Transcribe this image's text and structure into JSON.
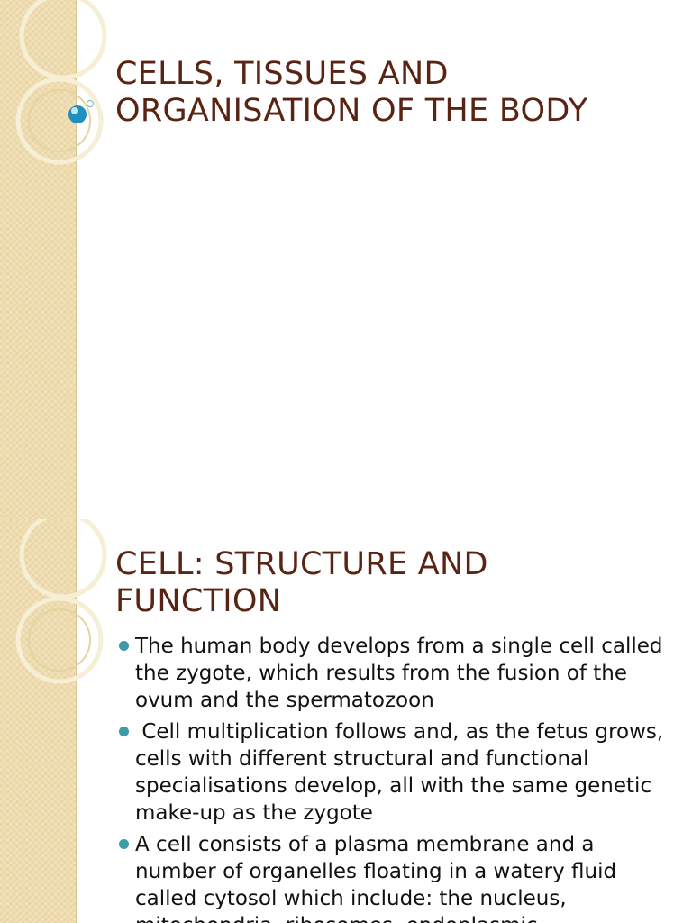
{
  "slides": [
    {
      "title": "CELLS, TISSUES AND ORGANISATION OF THE BODY"
    },
    {
      "title": "CELL: STRUCTURE AND FUNCTION",
      "bullets": [
        "The human body develops from a single cell called the zygote, which results from the fusion of the ovum and the spermatozoon",
        " Cell multiplication follows and, as the fetus grows, cells with different structural and functional specialisations develop, all with the same genetic make-up as the zygote",
        "A cell consists of a plasma membrane and a number of organelles floating in a watery fluid called cytosol which include: the nucleus, mitochondria, ribosomes, endoplasmic"
      ]
    }
  ],
  "theme": {
    "title_color": "#5a2414",
    "bullet_color": "#3d9aa8",
    "side_strip_color": "#efdcae",
    "ornament_ring_color": "#f7eed6",
    "ornament_bead_color": "#1f8fc0"
  }
}
